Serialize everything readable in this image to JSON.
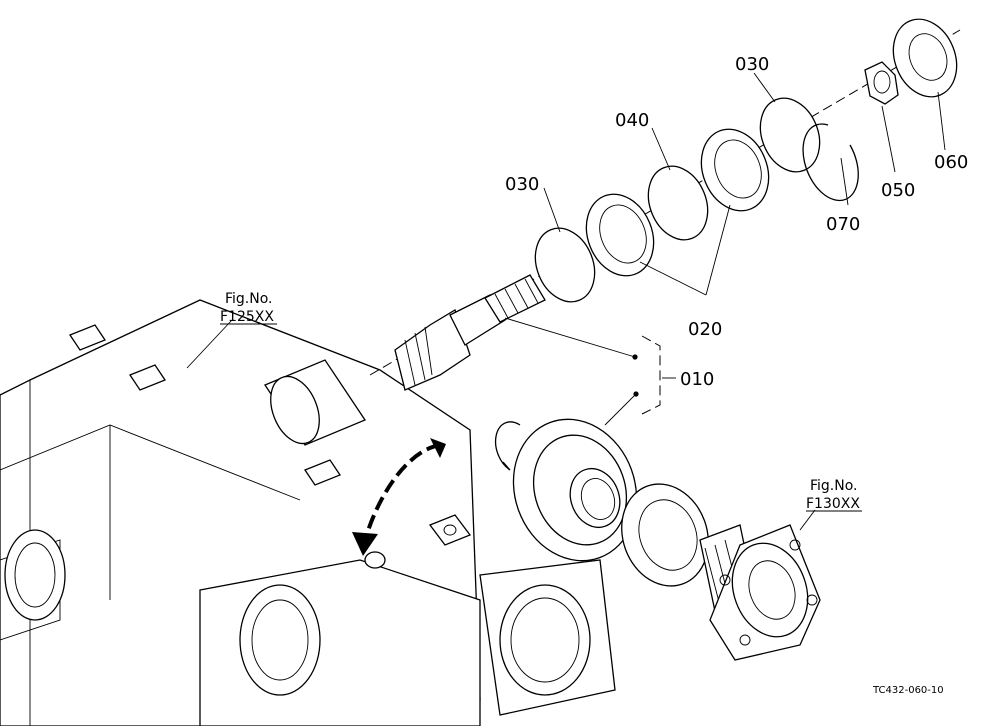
{
  "parts": [
    {
      "id": "p010",
      "label": "010"
    },
    {
      "id": "p020",
      "label": "020"
    },
    {
      "id": "p030a",
      "label": "030"
    },
    {
      "id": "p030b",
      "label": "030"
    },
    {
      "id": "p040",
      "label": "040"
    },
    {
      "id": "p050",
      "label": "050"
    },
    {
      "id": "p060",
      "label": "060"
    },
    {
      "id": "p070",
      "label": "070"
    }
  ],
  "figure_refs": [
    {
      "line1": "Fig.No.",
      "line2": "F125XX"
    },
    {
      "line1": "Fig.No.",
      "line2": "F130XX"
    }
  ],
  "drawing_code": "TC432-060-10"
}
